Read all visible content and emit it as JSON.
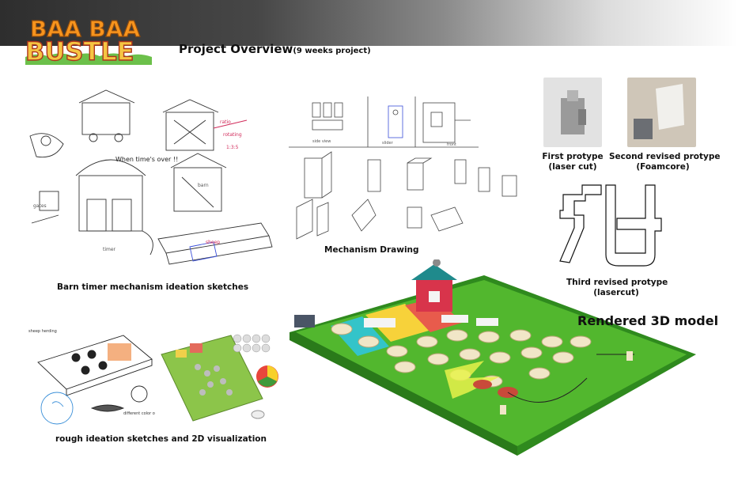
{
  "logo": {
    "line1": "BAA BAA",
    "line2": "BUSTLE"
  },
  "header": {
    "title": "Project Overview",
    "subtitle": "(9 weeks project)"
  },
  "sections": {
    "barn_sketches": {
      "caption": "Barn timer mechanism ideation sketches",
      "annotation": "When time's over !!"
    },
    "mechanism": {
      "caption": "Mechanism Drawing"
    },
    "rough": {
      "caption": "rough ideation sketches and 2D visualization"
    },
    "render": {
      "title": "Rendered 3D model"
    },
    "prototypes": {
      "first": {
        "line1": "First protype",
        "line2": "(laser cut)"
      },
      "second": {
        "line1": "Second revised protype",
        "line2": "(Foamcore)"
      },
      "third": {
        "line1": "Third revised protype",
        "line2": "(lasercut)"
      }
    }
  },
  "colors": {
    "logo_orange": "#f7941d",
    "logo_blue": "#2a8fd4",
    "logo_grass": "#6cc04a",
    "board_green": "#4caf28",
    "barn_red": "#d8344b",
    "barn_roof": "#1f8a8c"
  }
}
